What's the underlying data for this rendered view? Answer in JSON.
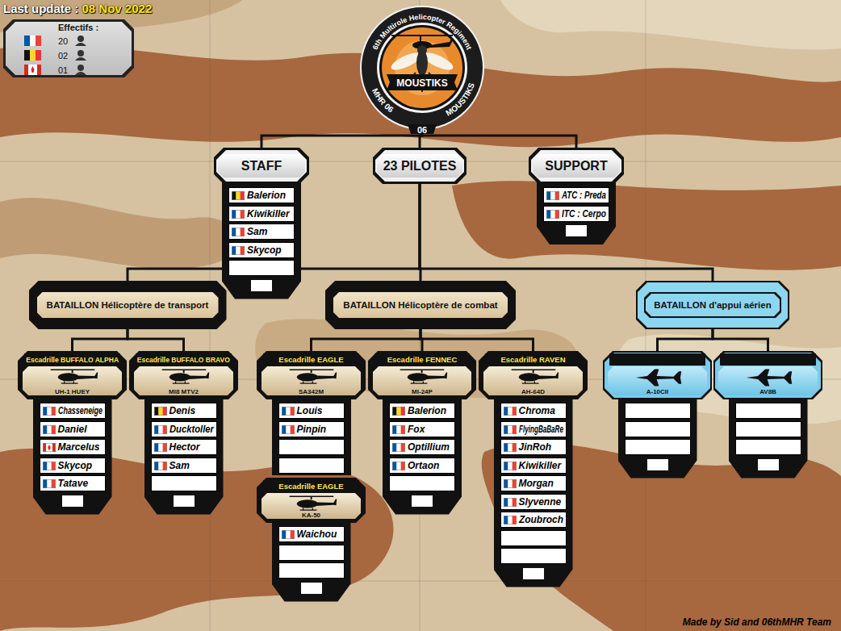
{
  "diagram": {
    "nodes": [
      {
        "text": [
          "6th Multirole Helicopter Regiment",
          "MOUSTIKS",
          "MHR 06",
          "MOUSTIKS",
          "06"
        ]
      },
      {
        "text": [
          "STAFF"
        ]
      },
      {
        "text": [
          "23 PILOTES"
        ]
      },
      {
        "text": [
          "SUPPORT"
        ]
      },
      {
        "text": [
          "Balerion"
        ],
        "in": 1
      },
      {
        "text": [
          "Kiwikiller"
        ],
        "in": 1
      },
      {
        "text": [
          "Sam"
        ],
        "in": 1
      },
      {
        "text": [
          "Skycop"
        ],
        "in": 1
      },
      {
        "text": [
          "ATC : Preda"
        ],
        "in": 3
      },
      {
        "text": [
          "ITC : Cerpo"
        ],
        "in": 3
      },
      {
        "text": [
          "BATAILLON Hélicoptère de transport"
        ]
      },
      {
        "text": [
          "BATAILLON Hélicoptère de combat"
        ]
      },
      {
        "text": [
          "BATAILLON d'appui aérien"
        ]
      },
      {
        "text": [
          "Escadrille BUFFALO ALPHA",
          "UH-1 HUEY"
        ]
      },
      {
        "text": [
          "Chasseneige"
        ],
        "in": 13
      },
      {
        "text": [
          "Daniel"
        ],
        "in": 13
      },
      {
        "text": [
          "Marcelus"
        ],
        "in": 13
      },
      {
        "text": [
          "Skycop"
        ],
        "in": 13
      },
      {
        "text": [
          "Tatave"
        ],
        "in": 13
      },
      {
        "text": [
          "Escadrille BUFFALO BRAVO",
          "MI8 MTV2"
        ]
      },
      {
        "text": [
          "Denis"
        ],
        "in": 19
      },
      {
        "text": [
          "Ducktoller"
        ],
        "in": 19
      },
      {
        "text": [
          "Hector"
        ],
        "in": 19
      },
      {
        "text": [
          "Sam"
        ],
        "in": 19
      },
      {
        "text": [
          "Escadrille EAGLE",
          "SA342M"
        ]
      },
      {
        "text": [
          "Louis"
        ],
        "in": 24
      },
      {
        "text": [
          "Pinpin"
        ],
        "in": 24
      },
      {
        "text": [
          "Escadrille FENNEC",
          "MI-24P"
        ]
      },
      {
        "text": [
          "Balerion"
        ],
        "in": 27
      },
      {
        "text": [
          "Fox"
        ],
        "in": 27
      },
      {
        "text": [
          "Optillium"
        ],
        "in": 27
      },
      {
        "text": [
          "Ortaon"
        ],
        "in": 27
      },
      {
        "text": [
          "Escadrille RAVEN",
          "AH-64D"
        ]
      },
      {
        "text": [
          "Chroma"
        ],
        "in": 32
      },
      {
        "text": [
          "FlyingBaBaRe"
        ],
        "in": 32
      },
      {
        "text": [
          "JinRoh"
        ],
        "in": 32
      },
      {
        "text": [
          "Kiwikiller"
        ],
        "in": 32
      },
      {
        "text": [
          "Morgan"
        ],
        "in": 32
      },
      {
        "text": [
          "Slyvenne"
        ],
        "in": 32
      },
      {
        "text": [
          "Zoubroch"
        ],
        "in": 32
      },
      {
        "text": [
          "A-10CII"
        ]
      },
      {
        "text": [
          "AV8B"
        ]
      },
      {
        "text": [
          "Escadrille EAGLE",
          "KA-50"
        ]
      },
      {
        "text": [
          "Waichou"
        ],
        "in": 42
      }
    ],
    "edges": [
      {
        "from": 0,
        "to": 1,
        "arrow": "none"
      },
      {
        "from": 0,
        "to": 2,
        "arrow": "none"
      },
      {
        "from": 0,
        "to": 3,
        "arrow": "none"
      },
      {
        "from": 2,
        "to": 10,
        "arrow": "none"
      },
      {
        "from": 2,
        "to": 11,
        "arrow": "none"
      },
      {
        "from": 2,
        "to": 12,
        "arrow": "none"
      },
      {
        "from": 10,
        "to": 13,
        "arrow": "none"
      },
      {
        "from": 10,
        "to": 19,
        "arrow": "none"
      },
      {
        "from": 11,
        "to": 24,
        "arrow": "none"
      },
      {
        "from": 11,
        "to": 27,
        "arrow": "none"
      },
      {
        "from": 11,
        "to": 32,
        "arrow": "none"
      },
      {
        "from": 12,
        "to": 40,
        "arrow": "none"
      },
      {
        "from": 12,
        "to": 41,
        "arrow": "none"
      }
    ],
    "labels": [
      "Last update : ",
      "08 Nov 2022",
      "Effectifs :",
      "20",
      "02",
      "01",
      "Made by Sid and 06thMHR Team"
    ]
  }
}
